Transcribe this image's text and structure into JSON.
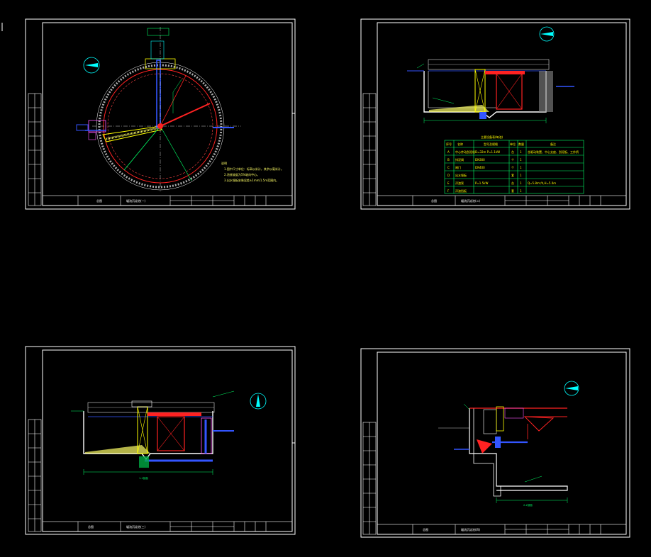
{
  "sheets": [
    {
      "id": "sheet-1",
      "title_block_label": "总图",
      "title_block_name": "辐流沉淀池(一)",
      "notes_heading": "说明",
      "notes": [
        "1.图中尺寸单位：标高以米计，其余以毫米计。",
        "2.池底坡度为5%坡向中心。",
        "3.出水堰板安装误差±1mm/1.5m范围内。"
      ]
    },
    {
      "id": "sheet-2",
      "title_block_label": "总图",
      "title_block_name": "辐流沉淀池(二)",
      "table_title": "主要设备表(每池)",
      "table_headers": [
        "序号",
        "名称",
        "型号及规格",
        "单位",
        "数量",
        "备注"
      ],
      "table_rows": [
        [
          "A",
          "中心传动刮泥机",
          "D=32m  P=1.1kW",
          "台",
          "1",
          "含驱动装置、中心支座、刮泥板、工作桥"
        ],
        [
          "B",
          "排泥阀",
          "DN300",
          "个",
          "1",
          ""
        ],
        [
          "C",
          "闸门",
          "DN400",
          "个",
          "1",
          ""
        ],
        [
          "D",
          "出水堰板",
          "",
          "套",
          "1",
          ""
        ],
        [
          "E",
          "浮渣泵",
          "P=1.5kW",
          "台",
          "1",
          "Q=5.8m³/h,H=5.0m"
        ],
        [
          "F",
          "浮渣挡板",
          "",
          "套",
          "1",
          ""
        ]
      ]
    },
    {
      "id": "sheet-3",
      "title_block_label": "总图",
      "title_block_name": "辐流沉淀池(三)",
      "section_label": "1-1剖面"
    },
    {
      "id": "sheet-4",
      "title_block_label": "总图",
      "title_block_name": "辐流沉淀池(四)",
      "section_label": "2-2剖面"
    }
  ],
  "colors": {
    "background": "#000000",
    "frame": "#ffffff",
    "primary_line": "#ff2222",
    "water": "#3355ff",
    "annotation": "#00ff66",
    "yellow": "#ffff00",
    "cyan": "#00ffff",
    "magenta": "#ff55ff"
  }
}
